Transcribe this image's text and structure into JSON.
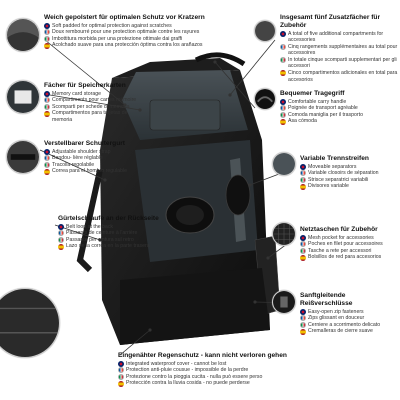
{
  "callouts": {
    "padding": {
      "title": "Weich gepolstert für optimalen Schutz vor Kratzern",
      "uk": "Soft padded for optimal protection against scratches",
      "fr": "Doux rembourré pour une protection optimale contre les rayures",
      "it": "Imbottitura morbida per una protezione ottimale dai graffi",
      "es": "Acolchado suave para una protección óptima contra los arañazos"
    },
    "pockets": {
      "title": "Insgesamt fünf Zusatzfächer für Zubehör",
      "uk": "A total of five additional compartments for accessories",
      "fr": "Cinq rangements supplémentaires au total pour accessoires",
      "it": "In totale cinque scomparti supplementari per gli accessori",
      "es": "Cinco compartimentos adicionales en total para accesorios"
    },
    "memory": {
      "title": "Fächer für Speicherkarten",
      "uk": "Memory card storage",
      "uk2": "Compartiments pour cartes mémoire",
      "it": "Scomparti per schede di memoria",
      "es": "Compartimentos para tarjetas de memoria"
    },
    "handle": {
      "title": "Bequemer Tragegriff",
      "uk": "Comfortable carry handle",
      "fr": "Poignée de transport agréable",
      "it": "Comoda maniglia per il trasporto",
      "es": "Asa cómoda"
    },
    "dividers": {
      "title": "Variable Trennstreifen",
      "uk": "Moveable separators",
      "fr": "Variable closoirs de séparation",
      "it": "Strisce separatrici variabili",
      "es": "Divisores variable"
    },
    "strap": {
      "title": "Verstellbarer Schultergurt",
      "uk": "Adjustable shoulder strap",
      "fr": "Bandou- lière réglable",
      "it": "Tracolla regolabile",
      "es": "Correa para el hombro regulable"
    },
    "mesh": {
      "title": "Netztaschen für Zubehör",
      "uk": "Mesh pocket for accessories",
      "fr": "Poches en filet pour accessoires",
      "it": "Tasche a rete per accessori",
      "es": "Bolsillos de red para accesorios"
    },
    "belt": {
      "title": "Gürtelschlaufe an der Rückseite",
      "uk": "Belt loop at the back",
      "fr": "Passants de ceinture à l'arrière",
      "it": "Passante per cintura sul retro",
      "es": "Lazo de la correa en la parte trasera"
    },
    "zipper": {
      "title": "Sanftgleitende Reißverschlüsse",
      "uk": "Easy-open zip fasteners",
      "fr": "Zips glissant en douceur",
      "it": "Cerniere a scorrimento delicato",
      "es": "Cremalleras de cierre suave"
    },
    "rain": {
      "title": "Eingenähter Regenschutz - kann nicht verloren gehen",
      "uk": "Integrated waterproof cover - cannot be lost",
      "fr": "Protection anti-pluie cousue - impossible de la perdre",
      "it": "Protezione contro la pioggia cucita - nulla può essere perso",
      "es": "Protección contra la lluvia cosida - no puede perderse"
    }
  },
  "icons": {
    "uk": "uk-flag-icon",
    "fr": "fr-flag-icon",
    "it": "it-flag-icon",
    "es": "es-flag-icon"
  }
}
